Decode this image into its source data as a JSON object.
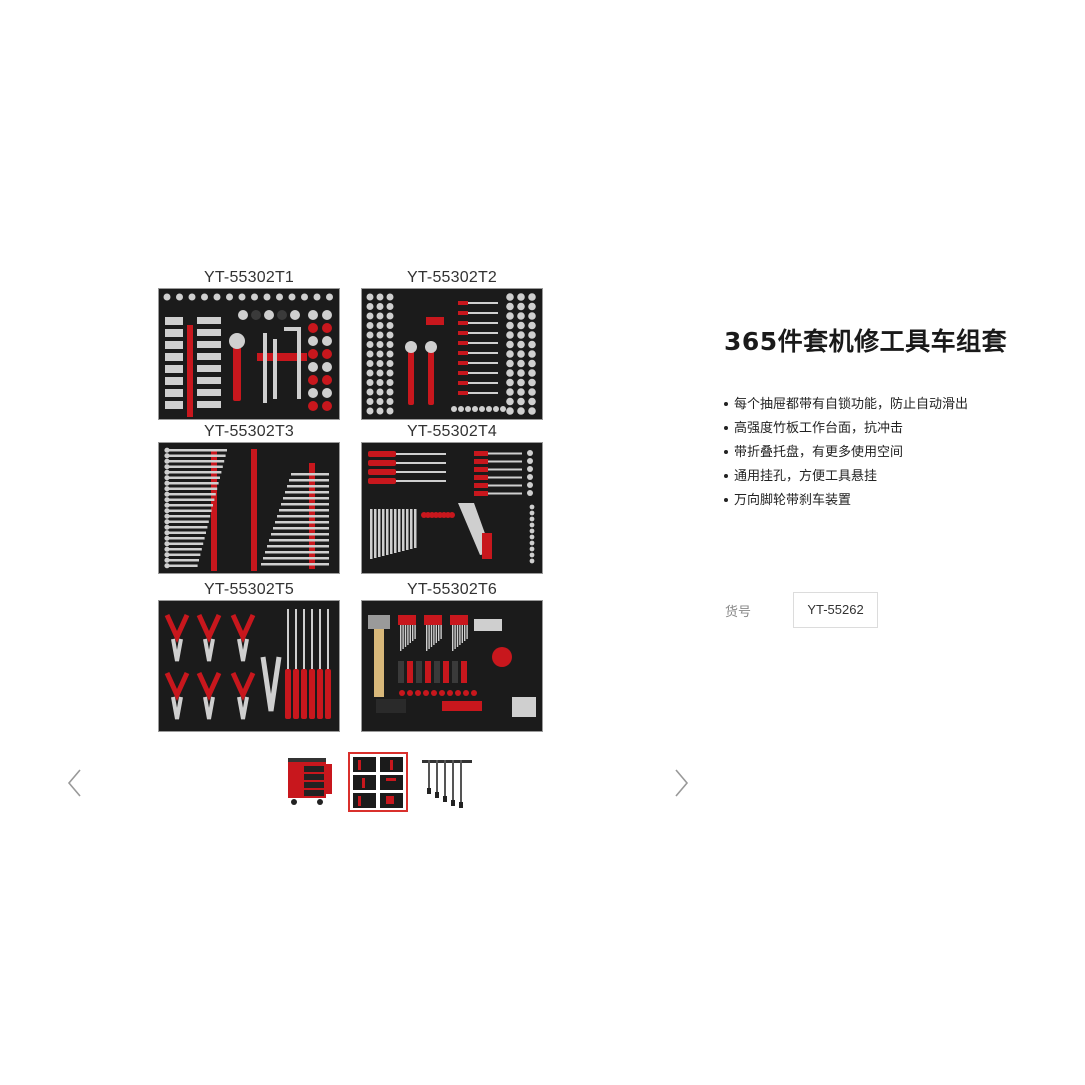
{
  "gallery": {
    "trays": [
      {
        "label": "YT-55302T1"
      },
      {
        "label": "YT-55302T2"
      },
      {
        "label": "YT-55302T3"
      },
      {
        "label": "YT-55302T4"
      },
      {
        "label": "YT-55302T5"
      },
      {
        "label": "YT-55302T6"
      }
    ],
    "thumbnails": [
      {
        "name": "tool-cart-thumbnail"
      },
      {
        "name": "tray-set-thumbnail",
        "active": true
      },
      {
        "name": "t-handle-wrench-thumbnail"
      }
    ],
    "prev_icon": "chevron-left-icon",
    "next_icon": "chevron-right-icon"
  },
  "product": {
    "title": "365件套机修工具车组套",
    "features": [
      "每个抽屉都带有自锁功能，防止自动滑出",
      "高强度竹板工作台面，抗冲击",
      "带折叠托盘，有更多使用空间",
      "通用挂孔，方便工具悬挂",
      "万向脚轮带刹车装置"
    ],
    "sku_label": "货号",
    "sku_value": "YT-55262"
  },
  "colors": {
    "accent": "#d9302c",
    "tray_foam": "#1b1b1b",
    "tool_red": "#c8171d",
    "chrome": "#cfcfcf"
  }
}
